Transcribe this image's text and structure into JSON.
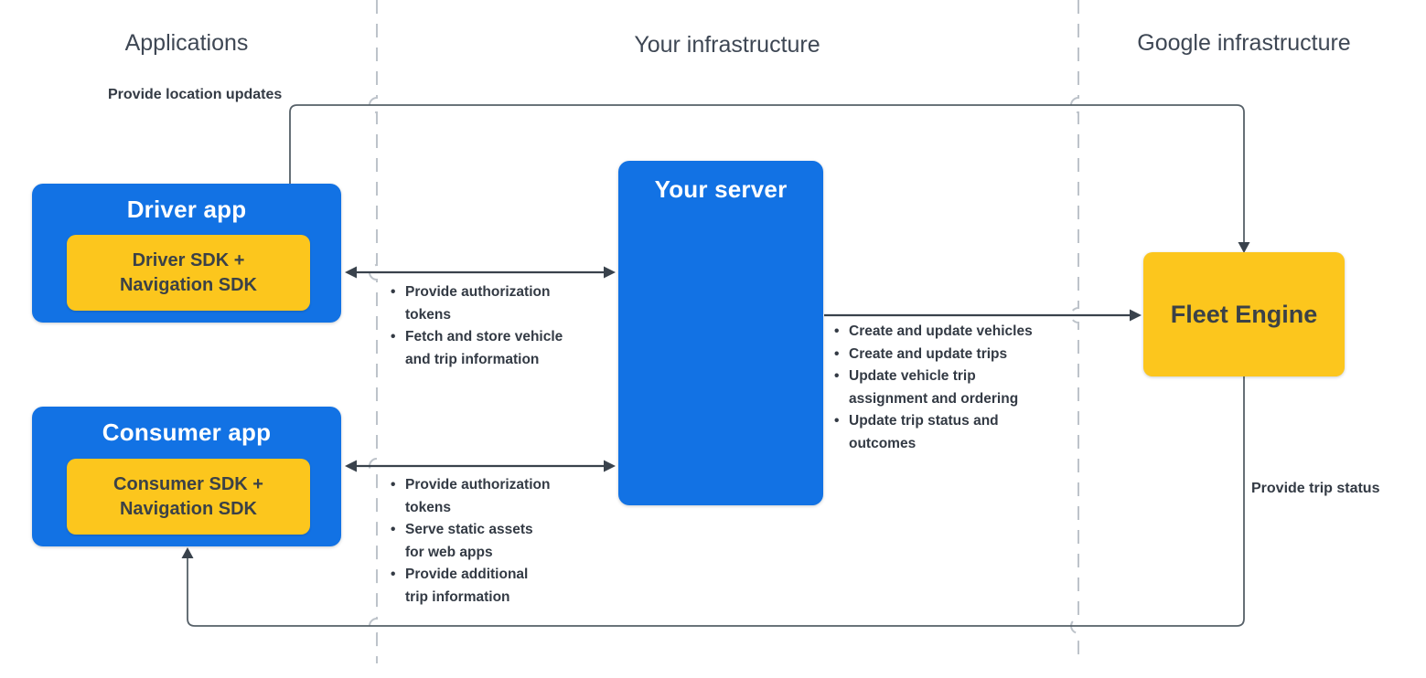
{
  "columns": {
    "applications": "Applications",
    "your_infrastructure": "Your infrastructure",
    "google_infrastructure": "Google infrastructure"
  },
  "nodes": {
    "driver_app": {
      "title": "Driver app",
      "sdk_line1": "Driver SDK +",
      "sdk_line2": "Navigation SDK"
    },
    "consumer_app": {
      "title": "Consumer app",
      "sdk_line1": "Consumer SDK +",
      "sdk_line2": "Navigation SDK"
    },
    "your_server": {
      "title": "Your server"
    },
    "fleet_engine": {
      "title": "Fleet Engine"
    }
  },
  "edges": {
    "provide_location_updates": {
      "label": "Provide location updates"
    },
    "provide_trip_status": {
      "label": "Provide trip status"
    },
    "driver_server_notes": {
      "items": [
        "Provide authorization\ntokens",
        "Fetch and store vehicle\nand trip information"
      ]
    },
    "server_fleet_notes": {
      "items": [
        "Create and update vehicles",
        "Create and update trips",
        "Update vehicle trip\nassignment and ordering",
        "Update trip status and\noutcomes"
      ]
    },
    "consumer_server_notes": {
      "items": [
        "Provide authorization\ntokens",
        "Serve static assets\nfor web apps",
        "Provide additional\ntrip information"
      ]
    }
  },
  "colors": {
    "blue": "#1272e4",
    "yellow": "#fcc61d",
    "arrow_line": "#39424c",
    "loop_line": "#566068",
    "dashed_divider": "#bdc3ca",
    "header_text": "#3e4754",
    "label_text": "#333a44",
    "box_text": "#3b4147"
  }
}
